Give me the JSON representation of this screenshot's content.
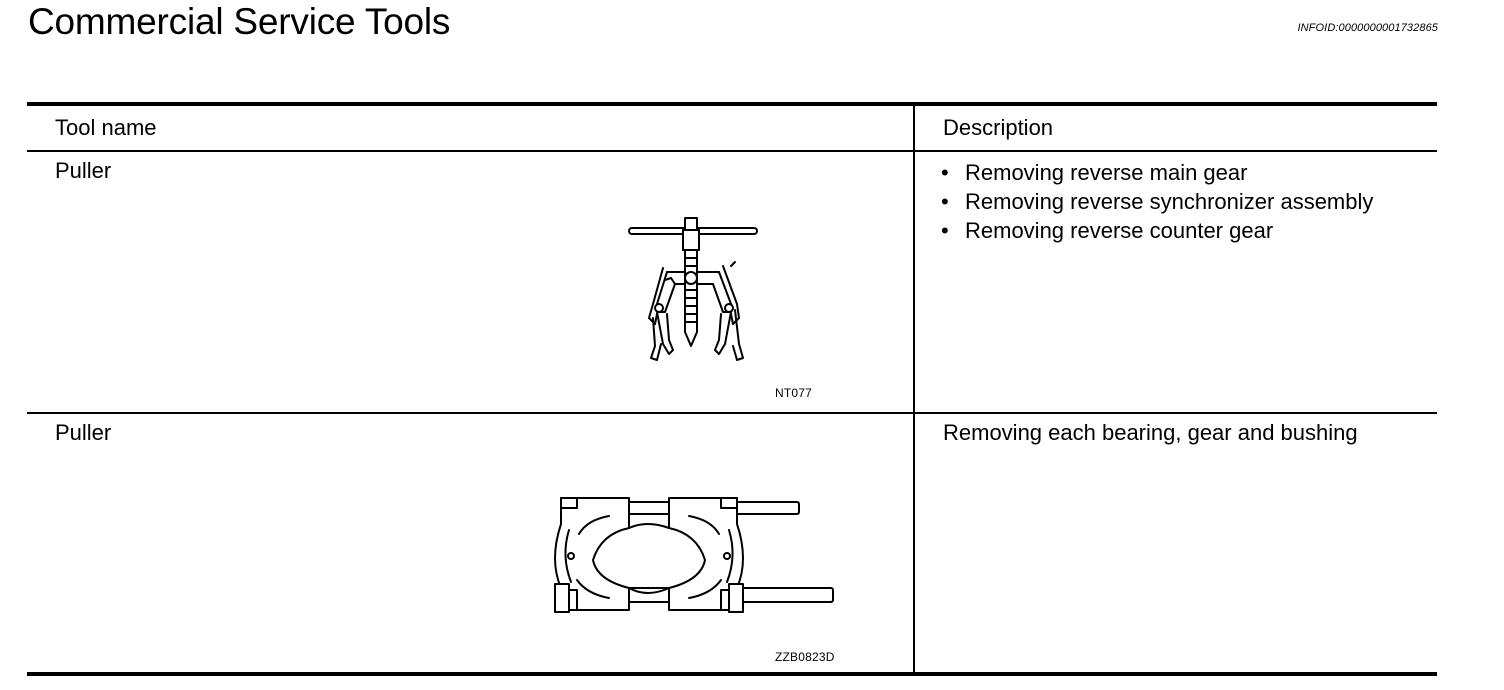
{
  "page": {
    "title": "Commercial Service Tools",
    "info_id": "INFOID:0000000001732865"
  },
  "table": {
    "headers": {
      "tool_name": "Tool name",
      "description": "Description"
    },
    "rows": [
      {
        "tool_name": "Puller",
        "figure_code": "NT077",
        "figure_icon": "gear-puller-icon",
        "description_items": [
          "Removing reverse main gear",
          "Removing reverse synchronizer assembly",
          "Removing reverse counter gear"
        ],
        "bullet": "•"
      },
      {
        "tool_name": "Puller",
        "figure_code": "ZZB0823D",
        "figure_icon": "bearing-splitter-icon",
        "description": "Removing each bearing, gear and bushing"
      }
    ]
  }
}
